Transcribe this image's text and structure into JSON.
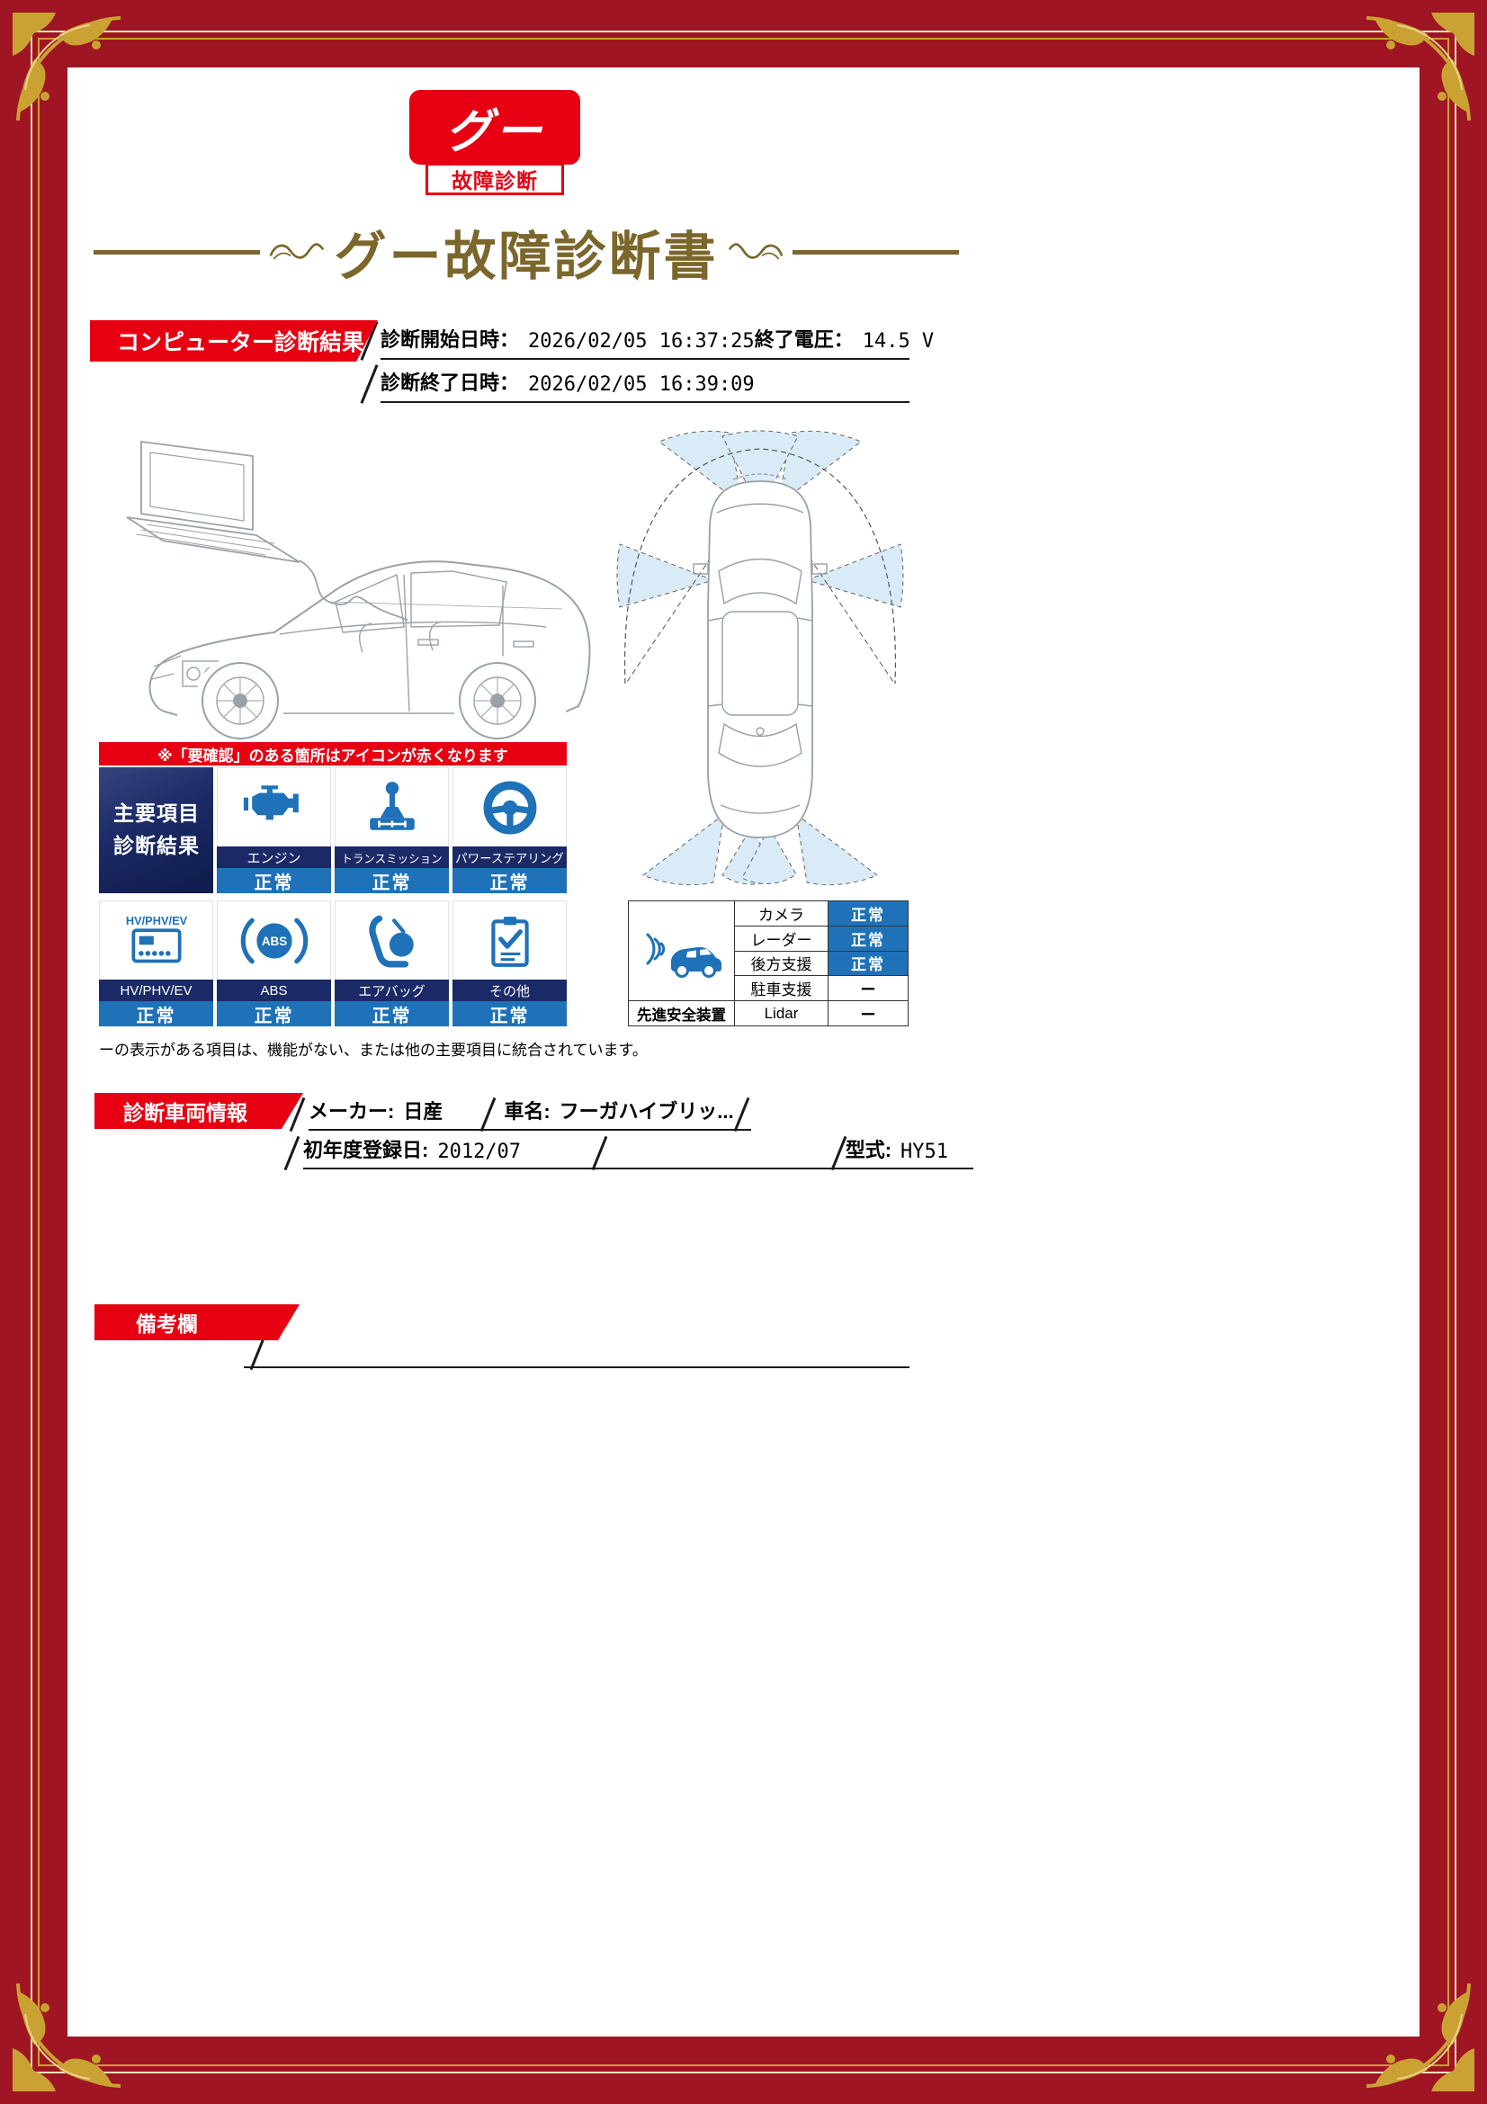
{
  "logo": {
    "brand": "グー",
    "subtitle": "故障診断"
  },
  "title": "グー故障診断書",
  "diagnosis": {
    "header": "コンピューター診断結果",
    "start_label": "診断開始日時：",
    "start_value": "2026/02/05 16:37:25",
    "voltage_label": "終了電圧：",
    "voltage_value": "14.5 V",
    "end_label": "診断終了日時：",
    "end_value": "2026/02/05 16:39:09"
  },
  "alert_note": "※「要確認」のある箇所はアイコンが赤くなります",
  "main_results": {
    "header_line1": "主要項目",
    "header_line2": "診断結果",
    "items": [
      {
        "label": "エンジン",
        "status": "正常"
      },
      {
        "label": "トランスミッション",
        "status": "正常"
      },
      {
        "label": "パワーステアリング",
        "status": "正常"
      },
      {
        "label": "HV/PHV/EV",
        "status": "正常"
      },
      {
        "label": "ABS",
        "status": "正常"
      },
      {
        "label": "エアバッグ",
        "status": "正常"
      },
      {
        "label": "その他",
        "status": "正常"
      }
    ]
  },
  "adas": {
    "label": "先進安全装置",
    "rows": [
      {
        "label": "カメラ",
        "status": "正常"
      },
      {
        "label": "レーダー",
        "status": "正常"
      },
      {
        "label": "後方支援",
        "status": "正常"
      },
      {
        "label": "駐車支援",
        "status": "ー"
      },
      {
        "label": "Lidar",
        "status": "ー"
      }
    ]
  },
  "footnote": "ーの表示がある項目は、機能がない、または他の主要項目に統合されています。",
  "vehicle": {
    "header": "診断車両情報",
    "maker_label": "メーカー:",
    "maker_value": "日産",
    "name_label": "車名:",
    "name_value": "フーガハイブリッ...",
    "first_reg_label": "初年度登録日:",
    "first_reg_value": "2012/07",
    "model_label": "型式:",
    "model_value": "HY51"
  },
  "remarks": {
    "header": "備考欄"
  },
  "colors": {
    "accent_red": "#e60012",
    "frame_red": "#a01523",
    "status_blue": "#1f71b8",
    "label_navy": "#1b2a66",
    "title_gold": "#7b672c"
  }
}
